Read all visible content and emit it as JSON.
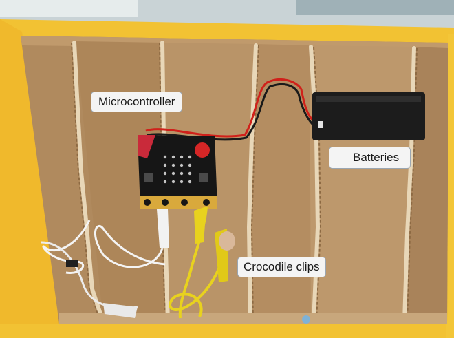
{
  "labels": {
    "microcontroller": "Microcontroller",
    "batteries": "Batteries",
    "crocodile_clips": "Crocodile clips"
  },
  "colors": {
    "cardboard": "#b08a5e",
    "yellow_frame": "#f2c233",
    "battery_case": "#1c1c1c",
    "board": "#161616",
    "gold_pins": "#d9a93c",
    "red_wire": "#d0201a",
    "yellow_wire": "#e8d21e",
    "white_wire": "#f4f4f4"
  }
}
